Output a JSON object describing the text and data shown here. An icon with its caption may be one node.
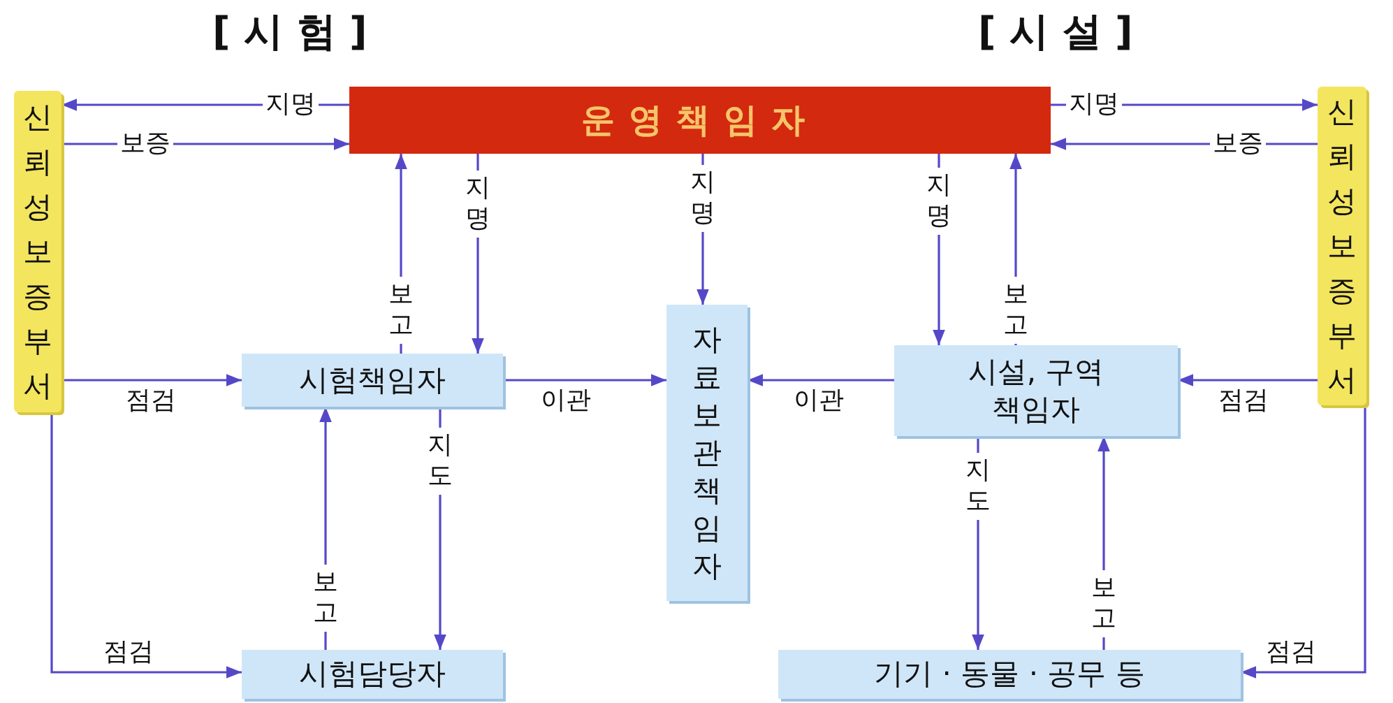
{
  "diagram": {
    "nodes": [
      {
        "text": [
          "운영책임자"
        ]
      },
      {
        "text": [
          "신뢰성보증부서"
        ]
      },
      {
        "text": [
          "신뢰성보증부서"
        ]
      },
      {
        "text": [
          "시험책임자"
        ]
      },
      {
        "text": [
          "자료보관책임자"
        ]
      },
      {
        "text": [
          "시설, 구역 책임자"
        ]
      },
      {
        "text": [
          "시험담당자"
        ]
      },
      {
        "text": [
          "기기 · 동물 · 공무 등"
        ]
      }
    ],
    "edges": [
      {
        "from": 0,
        "to": 1,
        "arrow": "to",
        "label": "지명"
      },
      {
        "from": 1,
        "to": 0,
        "arrow": "to",
        "label": "보증"
      },
      {
        "from": 0,
        "to": 2,
        "arrow": "to",
        "label": "지명"
      },
      {
        "from": 2,
        "to": 0,
        "arrow": "to",
        "label": "보증"
      },
      {
        "from": 3,
        "to": 0,
        "arrow": "to",
        "label": "보고"
      },
      {
        "from": 0,
        "to": 3,
        "arrow": "to",
        "label": "지명"
      },
      {
        "from": 0,
        "to": 4,
        "arrow": "to",
        "label": "지명"
      },
      {
        "from": 0,
        "to": 5,
        "arrow": "to",
        "label": "지명"
      },
      {
        "from": 5,
        "to": 0,
        "arrow": "to",
        "label": "보고"
      },
      {
        "from": 1,
        "to": 3,
        "arrow": "to",
        "label": "점검"
      },
      {
        "from": 3,
        "to": 4,
        "arrow": "to",
        "label": "이관"
      },
      {
        "from": 5,
        "to": 4,
        "arrow": "to",
        "label": "이관"
      },
      {
        "from": 2,
        "to": 5,
        "arrow": "to",
        "label": "점검"
      },
      {
        "from": 6,
        "to": 3,
        "arrow": "to",
        "label": "보고"
      },
      {
        "from": 3,
        "to": 6,
        "arrow": "to",
        "label": "지도"
      },
      {
        "from": 5,
        "to": 7,
        "arrow": "to",
        "label": "지도"
      },
      {
        "from": 7,
        "to": 5,
        "arrow": "to",
        "label": "보고"
      },
      {
        "from": 1,
        "to": 6,
        "arrow": "to",
        "label": "점검"
      },
      {
        "from": 2,
        "to": 7,
        "arrow": "to",
        "label": "점검"
      }
    ],
    "labels": [
      "[ 시 험 ]",
      "[ 시 설 ]"
    ]
  }
}
